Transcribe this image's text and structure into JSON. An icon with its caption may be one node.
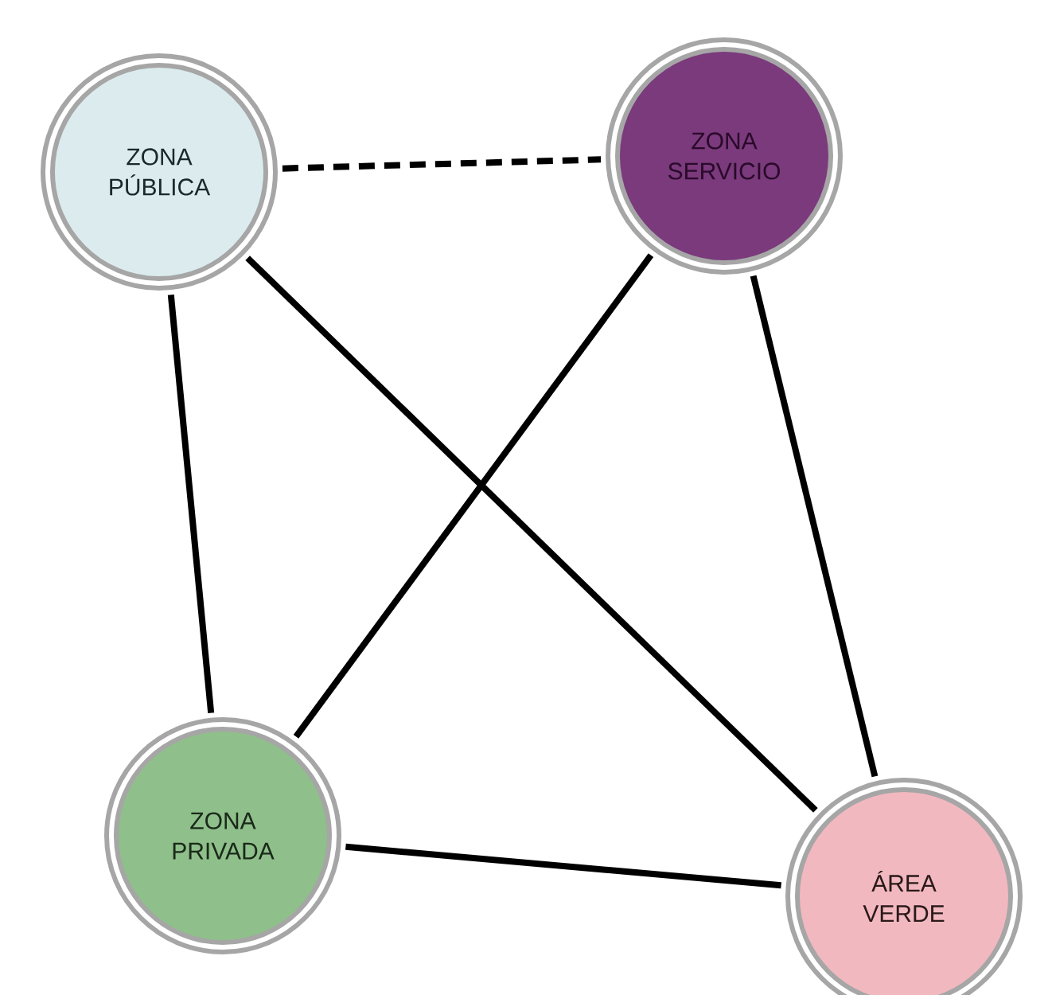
{
  "diagram": {
    "nodes": [
      {
        "text": [
          "ZONA PÚBLICA"
        ]
      },
      {
        "text": [
          "ZONA SERVICIO"
        ]
      },
      {
        "text": [
          "ZONA PRIVADA"
        ]
      },
      {
        "text": [
          "ÁREA VERDE"
        ]
      }
    ],
    "edges": [
      {
        "from": 0,
        "to": 1,
        "arrow": "none",
        "style": "dashed"
      },
      {
        "from": 0,
        "to": 2,
        "arrow": "none"
      },
      {
        "from": 0,
        "to": 3,
        "arrow": "none"
      },
      {
        "from": 1,
        "to": 2,
        "arrow": "none"
      },
      {
        "from": 1,
        "to": 3,
        "arrow": "none"
      },
      {
        "from": 2,
        "to": 3,
        "arrow": "none"
      }
    ]
  }
}
